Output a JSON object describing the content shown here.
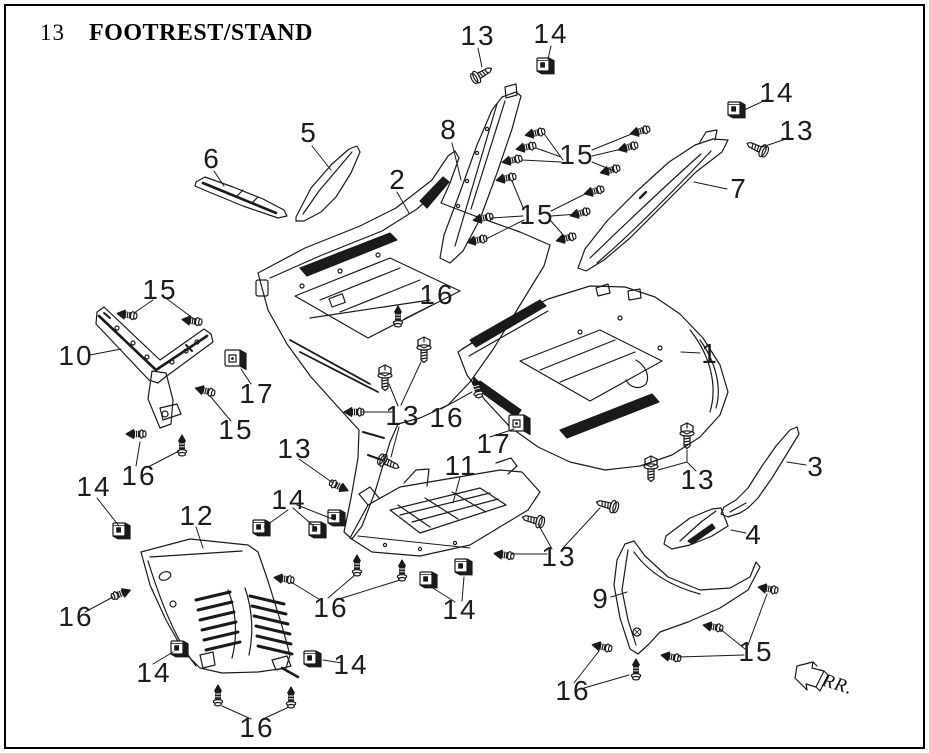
{
  "page": {
    "background": "#ffffff",
    "line_color": "#1a1a1a",
    "border_color": "#000000"
  },
  "title": {
    "section_number": "13",
    "text": "FOOTREST/STAND"
  },
  "direction_indicator": {
    "label": "RR."
  },
  "part_numbers_visible": [
    "1",
    "2",
    "3",
    "4",
    "5",
    "6",
    "7",
    "8",
    "9",
    "10",
    "11",
    "12",
    "13",
    "14",
    "15",
    "16",
    "17"
  ],
  "callouts": [
    {
      "label": "13"
    },
    {
      "label": "14"
    },
    {
      "label": "14"
    },
    {
      "label": "13"
    },
    {
      "label": "5"
    },
    {
      "label": "6"
    },
    {
      "label": "8"
    },
    {
      "label": "2"
    },
    {
      "label": "15"
    },
    {
      "label": "7"
    },
    {
      "label": "15"
    },
    {
      "label": "15"
    },
    {
      "label": "16"
    },
    {
      "label": "10"
    },
    {
      "label": "17"
    },
    {
      "label": "13"
    },
    {
      "label": "16"
    },
    {
      "label": "1"
    },
    {
      "label": "17"
    },
    {
      "label": "15"
    },
    {
      "label": "16"
    },
    {
      "label": "14"
    },
    {
      "label": "13"
    },
    {
      "label": "12"
    },
    {
      "label": "14"
    },
    {
      "label": "11"
    },
    {
      "label": "13"
    },
    {
      "label": "13"
    },
    {
      "label": "3"
    },
    {
      "label": "4"
    },
    {
      "label": "9"
    },
    {
      "label": "14"
    },
    {
      "label": "16"
    },
    {
      "label": "16"
    },
    {
      "label": "14"
    },
    {
      "label": "14"
    },
    {
      "label": "16"
    },
    {
      "label": "16"
    },
    {
      "label": "15"
    }
  ]
}
